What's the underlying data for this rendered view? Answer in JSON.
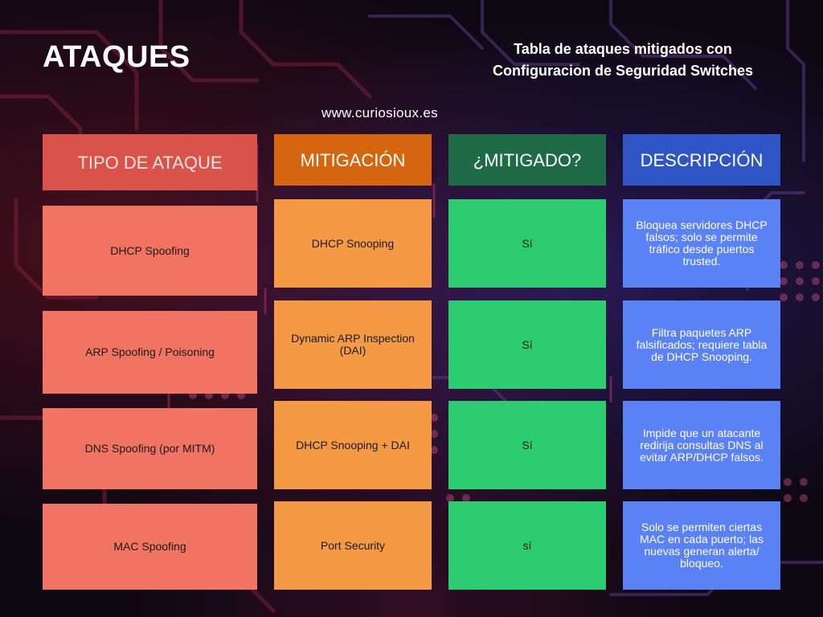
{
  "header": {
    "title": "ATAQUES",
    "subtitle_line1": "Tabla de ataques mitigados con",
    "subtitle_line2": "Configuracion de Seguridad Switches",
    "website": "www.curiosioux.es"
  },
  "table": {
    "columns": [
      "TIPO DE ATAQUE",
      "MITIGACIÓN",
      "¿MITIGADO?",
      "DESCRIPCIÓN"
    ],
    "rows": [
      [
        "DHCP Spoofing",
        "DHCP Snooping",
        "Sí",
        "Bloquea servidores DHCP falsos; solo se permite tráfico desde puertos trusted."
      ],
      [
        "ARP Spoofing / Poisoning",
        "Dynamic ARP Inspection (DAI)",
        "Sí",
        "Filtra paquetes ARP falsificados; requiere tabla de DHCP Snooping."
      ],
      [
        "DNS Spoofing (por MITM)",
        "DHCP Snooping + DAI",
        "Sí",
        "Impide que un atacante redirija consultas DNS al evitar ARP/DHCP falsos."
      ],
      [
        "MAC Spoofing",
        "Port Security",
        "sí",
        "Solo se permiten ciertas MAC en cada puerto; las nuevas generan alerta/ bloqueo."
      ]
    ]
  },
  "colors": {
    "header_tipo": "#d9534a",
    "header_mitigacion": "#d5650e",
    "header_mitigado": "#1f6b45",
    "header_descripcion": "#2f55c6",
    "cell_tipo": "#f07461",
    "cell_mitigacion": "#f49a45",
    "cell_mitigado": "#2ecc71",
    "cell_descripcion": "#5a82f5"
  }
}
